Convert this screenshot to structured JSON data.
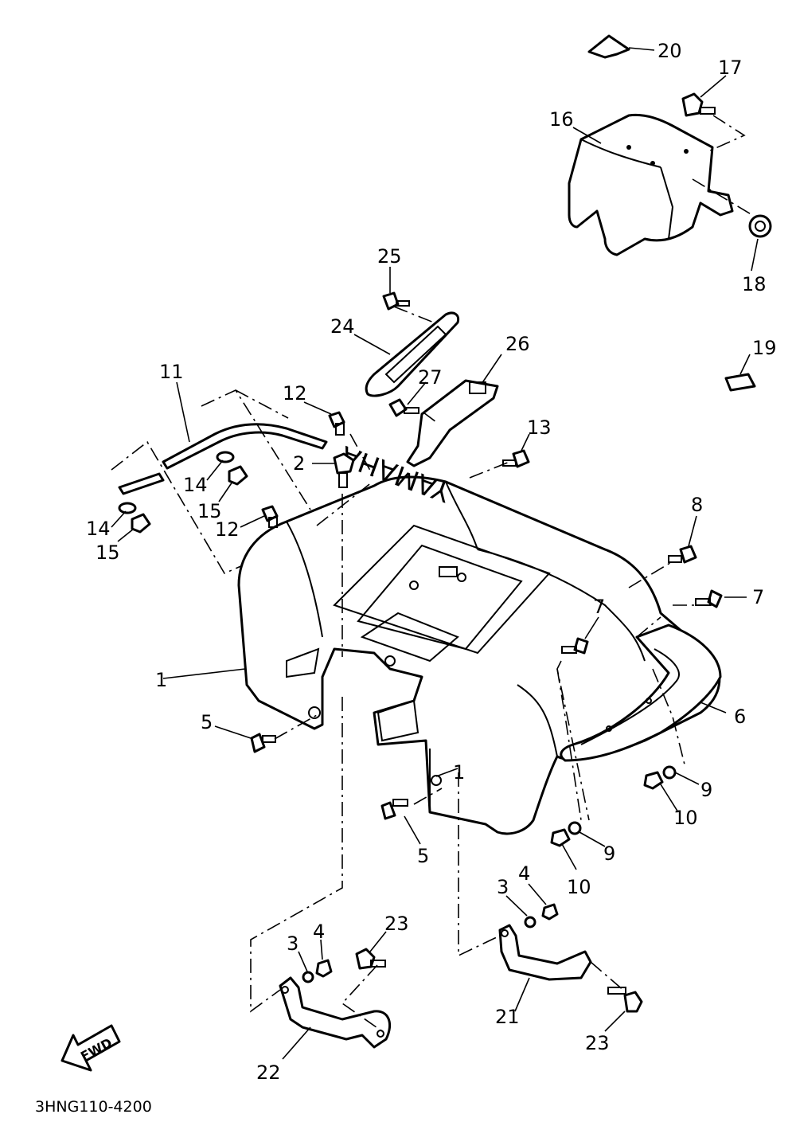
{
  "diagram": {
    "code": "3HNG110-4200",
    "fwd": "FWD",
    "logo": "YAMAHA",
    "callouts": [
      {
        "id": "c1a",
        "text": "1"
      },
      {
        "id": "c1b",
        "text": "1"
      },
      {
        "id": "c2",
        "text": "2"
      },
      {
        "id": "c3a",
        "text": "3"
      },
      {
        "id": "c3b",
        "text": "3"
      },
      {
        "id": "c4a",
        "text": "4"
      },
      {
        "id": "c4b",
        "text": "4"
      },
      {
        "id": "c5a",
        "text": "5"
      },
      {
        "id": "c5b",
        "text": "5"
      },
      {
        "id": "c6",
        "text": "6"
      },
      {
        "id": "c7a",
        "text": "7"
      },
      {
        "id": "c7b",
        "text": "7"
      },
      {
        "id": "c8",
        "text": "8"
      },
      {
        "id": "c9a",
        "text": "9"
      },
      {
        "id": "c9b",
        "text": "9"
      },
      {
        "id": "c10a",
        "text": "10"
      },
      {
        "id": "c10b",
        "text": "10"
      },
      {
        "id": "c11",
        "text": "11"
      },
      {
        "id": "c12a",
        "text": "12"
      },
      {
        "id": "c12b",
        "text": "12"
      },
      {
        "id": "c13",
        "text": "13"
      },
      {
        "id": "c14a",
        "text": "14"
      },
      {
        "id": "c14b",
        "text": "14"
      },
      {
        "id": "c15a",
        "text": "15"
      },
      {
        "id": "c15b",
        "text": "15"
      },
      {
        "id": "c16",
        "text": "16"
      },
      {
        "id": "c17",
        "text": "17"
      },
      {
        "id": "c18",
        "text": "18"
      },
      {
        "id": "c19",
        "text": "19"
      },
      {
        "id": "c20",
        "text": "20"
      },
      {
        "id": "c21",
        "text": "21"
      },
      {
        "id": "c22",
        "text": "22"
      },
      {
        "id": "c23a",
        "text": "23"
      },
      {
        "id": "c23b",
        "text": "23"
      },
      {
        "id": "c24",
        "text": "24"
      },
      {
        "id": "c25",
        "text": "25"
      },
      {
        "id": "c26",
        "text": "26"
      },
      {
        "id": "c27",
        "text": "27"
      }
    ]
  }
}
